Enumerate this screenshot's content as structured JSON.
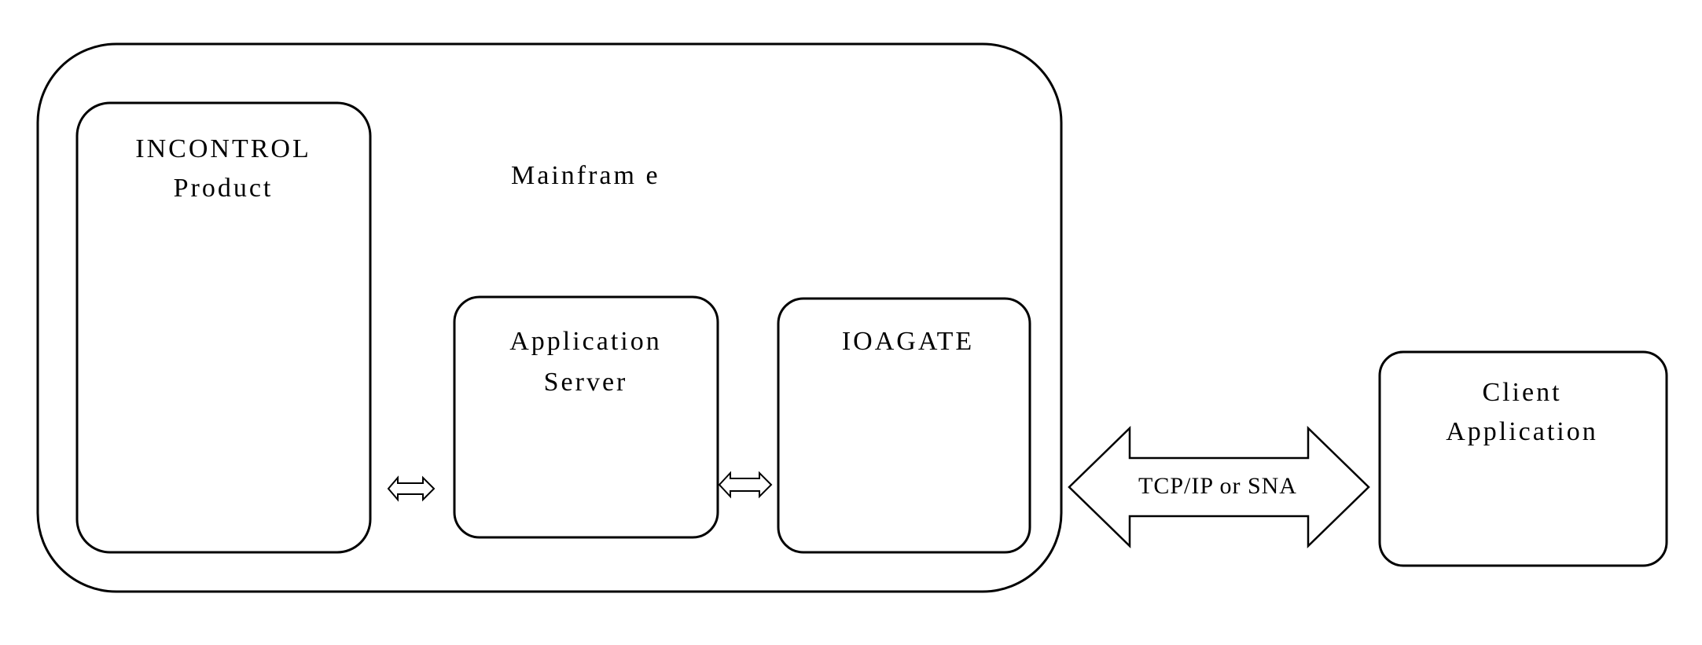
{
  "diagram": {
    "mainframe": {
      "label": "Mainfram e"
    },
    "incontrol": {
      "line1": "INCONTROL",
      "line2": "Product"
    },
    "app_server": {
      "line1": "Application",
      "line2": "Server"
    },
    "ioagate": {
      "label": "IOAGATE"
    },
    "client": {
      "line1": "Client",
      "line2": "Application"
    },
    "link": {
      "label": "TCP/IP or SNA"
    }
  },
  "colors": {
    "stroke": "#000000",
    "background": "#ffffff"
  }
}
